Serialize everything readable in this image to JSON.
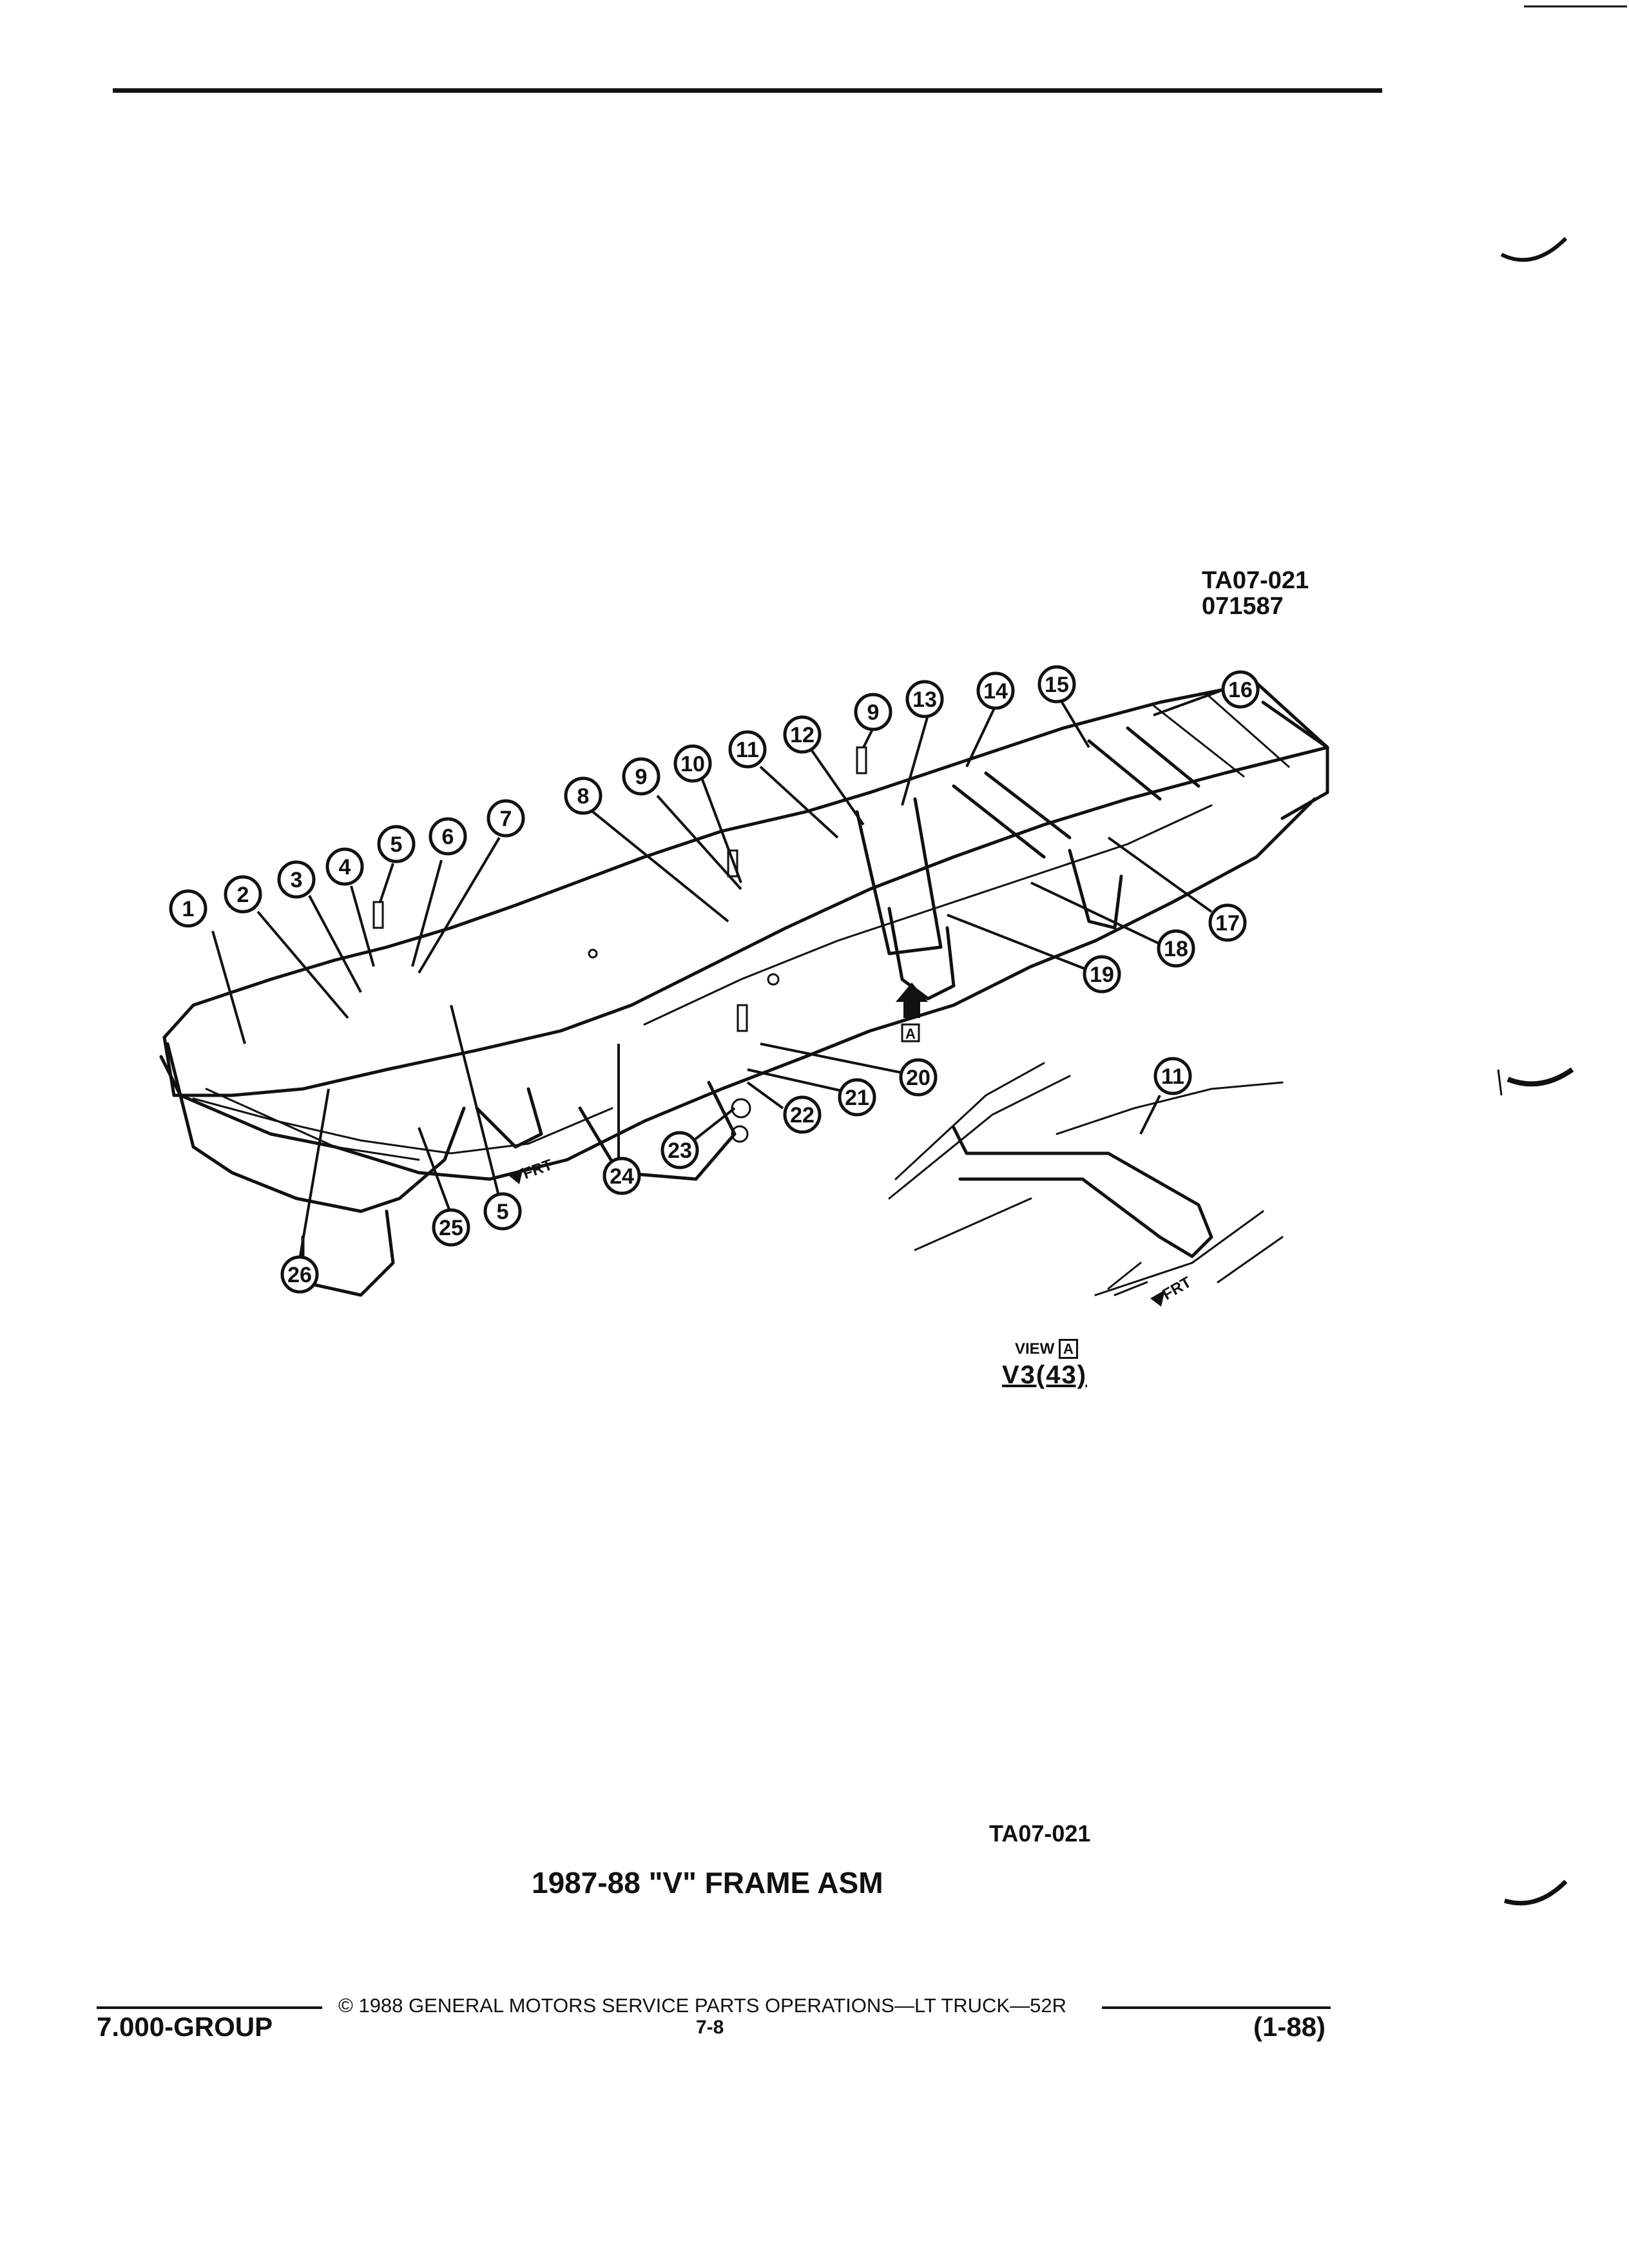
{
  "header": {
    "drawing_code": "TA07-021",
    "drawing_date": "071587"
  },
  "diagram": {
    "view_label_prefix": "VIEW",
    "view_label_box": "A",
    "view_ref": "V3(43)",
    "view_marker": "A",
    "frt_main": "FRT",
    "frt_view": "FRT",
    "callouts": [
      "1",
      "2",
      "3",
      "4",
      "5",
      "6",
      "7",
      "8",
      "9",
      "10",
      "11",
      "12",
      "9",
      "13",
      "14",
      "15",
      "16",
      "17",
      "18",
      "19",
      "20",
      "21",
      "22",
      "23",
      "24",
      "5",
      "25",
      "26",
      "11"
    ]
  },
  "caption": {
    "code": "TA07-021",
    "title": "1987-88 \"V\" FRAME ASM"
  },
  "footer": {
    "group": "7.000-GROUP",
    "copyright": "© 1988 GENERAL MOTORS SERVICE PARTS OPERATIONS—LT TRUCK—52R",
    "page": "7-8",
    "date_code": "(1-88)"
  }
}
